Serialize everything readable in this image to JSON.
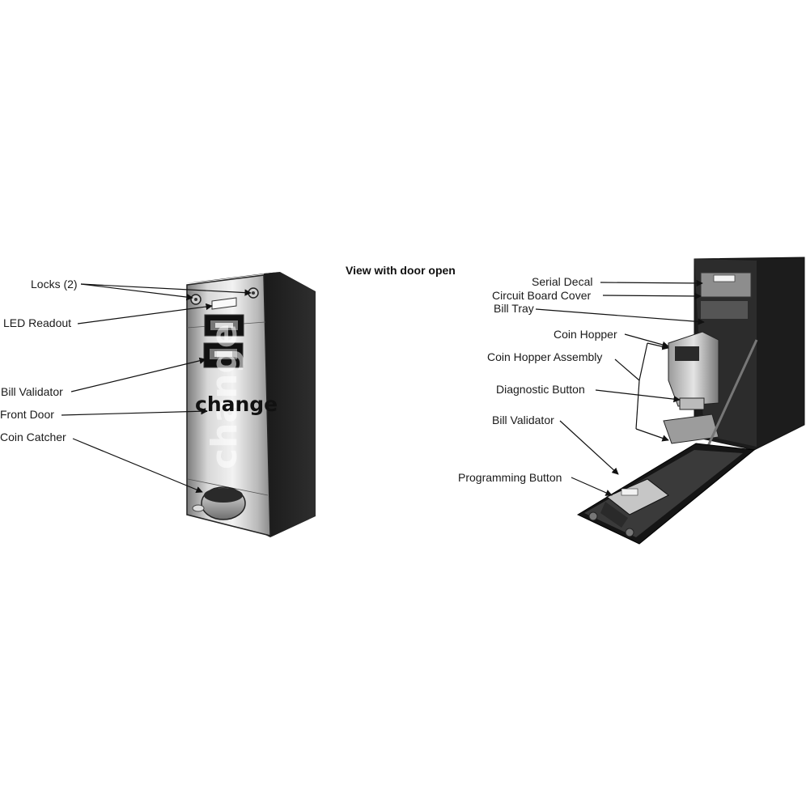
{
  "heading": "View with door open",
  "closed_view": {
    "brand_text": "change",
    "labels": {
      "locks": "Locks (2)",
      "led_readout": "LED Readout",
      "bill_validator": "Bill Validator",
      "front_door": "Front Door",
      "coin_catcher": "Coin Catcher"
    }
  },
  "open_view": {
    "labels": {
      "serial_decal": "Serial Decal",
      "circuit_board_cover": "Circuit Board Cover",
      "bill_tray": "Bill Tray",
      "coin_hopper": "Coin Hopper",
      "coin_hopper_assembly": "Coin Hopper Assembly",
      "diagnostic_button": "Diagnostic Button",
      "bill_validator": "Bill Validator",
      "programming_button": "Programming Button"
    }
  }
}
